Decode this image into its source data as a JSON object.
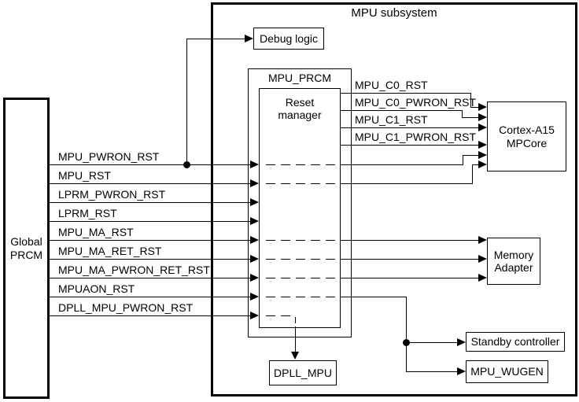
{
  "colors": {
    "line": "#000000",
    "background": "#ffffff"
  },
  "title": "MPU subsystem",
  "blocks": {
    "global_prcm": "Global PRCM",
    "debug_logic": "Debug logic",
    "mpu_prcm": "MPU_PRCM",
    "reset_manager": "Reset manager",
    "cortex_a15": "Cortex-A15 MPCore",
    "memory_adapter": "Memory Adapter",
    "standby_controller": "Standby controller",
    "mpu_wugen": "MPU_WUGEN",
    "dpll_mpu": "DPLL_MPU"
  },
  "input_signals": [
    "MPU_PWRON_RST",
    "MPU_RST",
    "LPRM_PWRON_RST",
    "LPRM_RST",
    "MPU_MA_RST",
    "MPU_MA_RET_RST",
    "MPU_MA_PWRON_RET_RST",
    "MPUAON_RST",
    "DPLL_MPU_PWRON_RST"
  ],
  "output_signals": [
    "MPU_C0_RST",
    "MPU_C0_PWRON_RST",
    "MPU_C1_RST",
    "MPU_C1_PWRON_RST"
  ]
}
